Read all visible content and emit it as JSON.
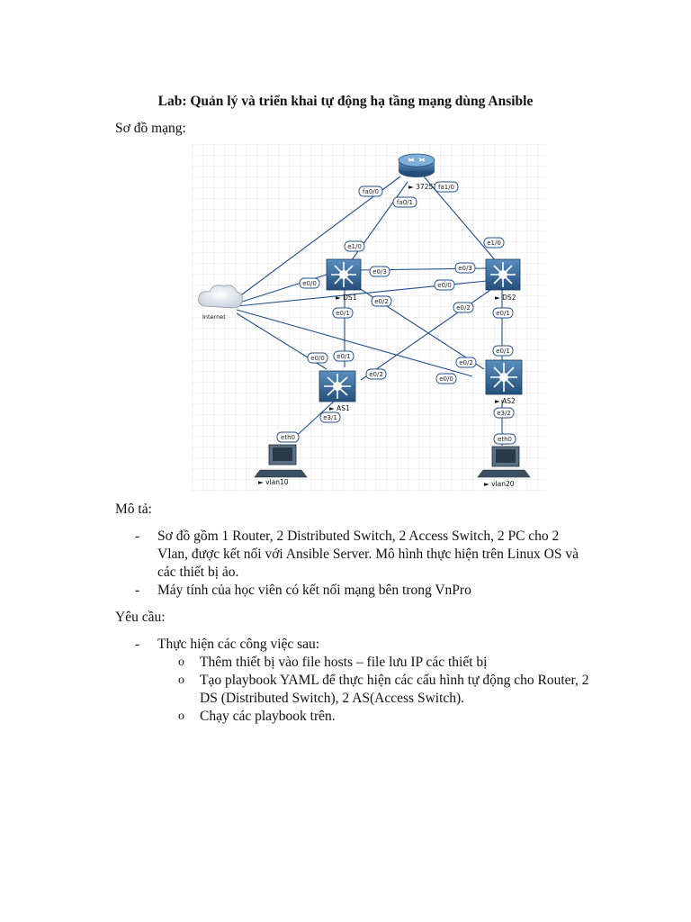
{
  "title": "Lab: Quản lý và triển khai tự động hạ tầng mạng dùng Ansible",
  "diagram_heading": "Sơ đồ mạng:",
  "diagram": {
    "nodes": {
      "router": "372521",
      "internet": "Internet",
      "ds1": "DS1",
      "ds2": "DS2",
      "as1": "AS1",
      "as2": "AS2",
      "pc1": "vlan10",
      "pc2": "vlan20"
    },
    "interfaces": {
      "r_fa00": "fa0/0",
      "r_fa01": "fa0/1",
      "r_fa10": "fa1/0",
      "ds1_e10": "e1/0",
      "ds1_e03": "e0/3",
      "ds1_e00": "e0/0",
      "ds1_e02": "e0/2",
      "ds1_e01": "e0/1",
      "ds2_e10": "e1/0",
      "ds2_e03": "e0/3",
      "ds2_e00": "e0/0",
      "ds2_e02": "e0/2",
      "ds2_e01": "e0/1",
      "as1_e00": "e0/0",
      "as1_e01": "e0/1",
      "as1_e02": "e0/2",
      "as1_e31": "e3/1",
      "as2_e01": "e0/1",
      "as2_e02": "e0/2",
      "as2_e00": "e0/0",
      "as2_e32": "e3/2",
      "pc1_eth0": "eth0",
      "pc2_eth0": "eth0"
    }
  },
  "description": {
    "heading": "Mô tả:",
    "bullet_marker": "-",
    "items": [
      "Sơ đồ gồm 1 Router, 2 Distributed Switch, 2 Access Switch, 2 PC cho 2",
      "Vlan, được kết nối với Ansible Server. Mô hình thực hiện trên Linux OS và",
      "các thiết bị ảo.",
      "Máy tính của học viên có kết nối mạng bên trong VnPro"
    ]
  },
  "requirements": {
    "heading": "Yêu cầu:",
    "bullet_marker": "-",
    "sub_marker": "o",
    "lead": "Thực hiện các công việc sau:",
    "sub_items": [
      "Thêm thiết bị vào file hosts – file lưu IP các thiết bị",
      "Tạo playbook YAML để thực hiện các cấu hình tự động cho Router, 2",
      "DS (Distributed Switch), 2 AS(Access Switch).",
      "Chạy các playbook trên."
    ]
  }
}
